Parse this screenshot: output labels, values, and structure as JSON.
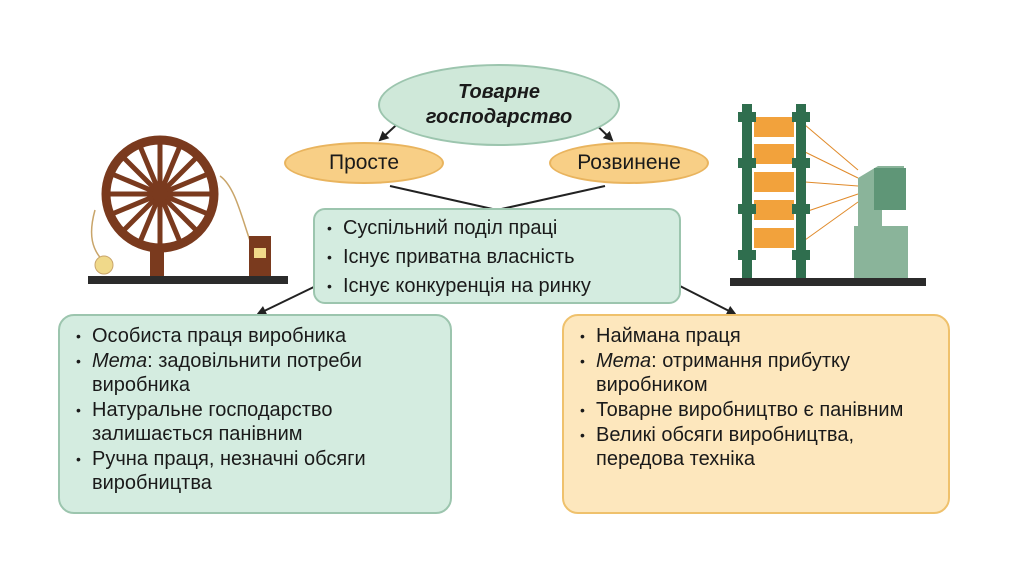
{
  "diagram": {
    "root": {
      "line1": "Товарне",
      "line2": "господарство"
    },
    "simple": {
      "label": "Просте"
    },
    "developed": {
      "label": "Розвинене"
    },
    "common_features": [
      "Суспільний поділ праці",
      "Існує приватна власність",
      "Існує конкуренція на ринку"
    ],
    "simple_features": {
      "item1": "Особиста праця виробника",
      "item2_prefix": "Мета",
      "item2_rest": ": задовільнити потреби виробника",
      "item3": "Натуральне господарство залишається панівним",
      "item4": "Ручна праця, незначні обсяги виробництва"
    },
    "developed_features": {
      "item1": "Наймана праця",
      "item2_prefix": "Мета",
      "item2_rest": ": отримання прибутку виробником",
      "item3": "Товарне виробництво є панівним",
      "item4": "Великі обсяги виробництва, передова техніка"
    },
    "illustrations": {
      "left_icon": "spinning-wheel-icon",
      "right_icon": "spinning-machine-icon"
    },
    "colors": {
      "green_fill": "#d4ece0",
      "green_border": "#9cc5ae",
      "orange_fill": "#f8cf86",
      "light_orange_fill": "#fde7bd",
      "wheel_brown": "#7a3a1e",
      "machine_green": "#2f6e4e"
    }
  }
}
